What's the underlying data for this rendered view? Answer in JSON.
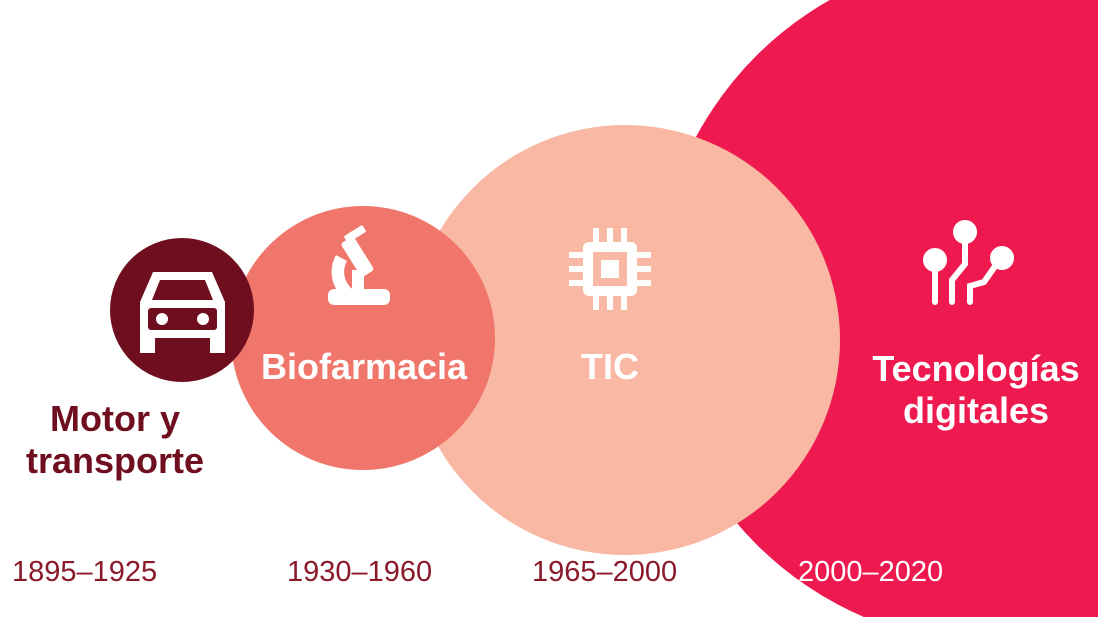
{
  "colors": {
    "motor": "#6e0e1e",
    "biofarmacia": "#f0766b",
    "tic": "#f8b8a3",
    "digital": "#ee1a4f",
    "motor_text": "#6e0e1e",
    "year_text": "#8a1a2a",
    "year_text_light": "#ffffff"
  },
  "eras": [
    {
      "id": "motor",
      "icon": "car-icon",
      "label_line1": "Motor y",
      "label_line2": "transporte",
      "years": "1895–1925"
    },
    {
      "id": "biofarmacia",
      "icon": "microscope-icon",
      "label": "Biofarmacia",
      "years": "1930–1960"
    },
    {
      "id": "tic",
      "icon": "chip-icon",
      "label": "TIC",
      "years": "1965–2000"
    },
    {
      "id": "digital",
      "icon": "circuit-icon",
      "label_line1": "Tecnologías",
      "label_line2": "digitales",
      "years": "2000–2020"
    }
  ]
}
